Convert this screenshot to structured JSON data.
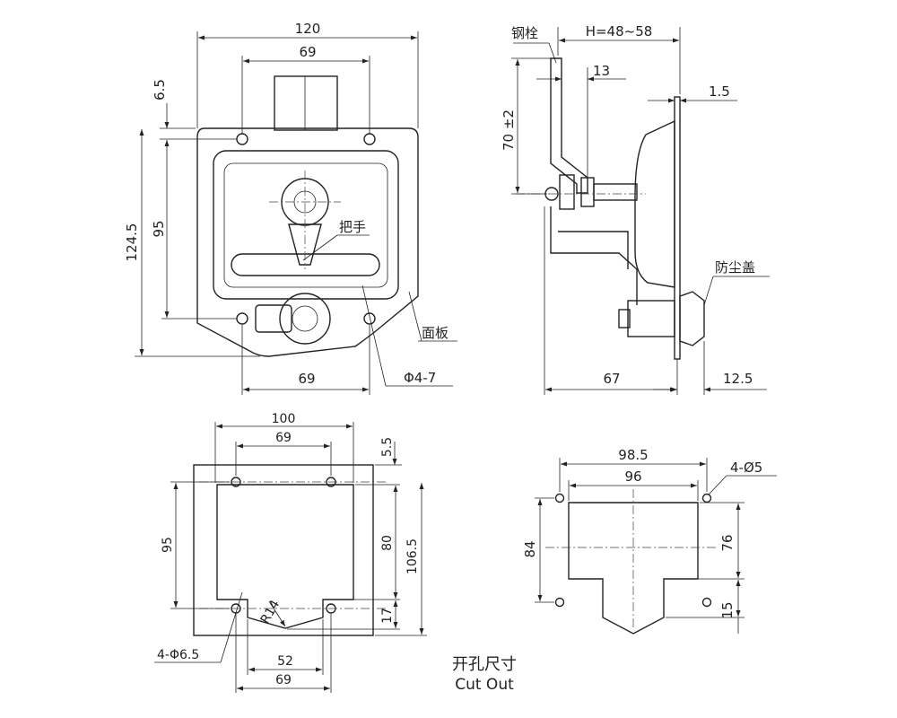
{
  "front_view": {
    "dims": {
      "width_120": "120",
      "holes_top_69": "69",
      "offset_6_5": "6.5",
      "height_124_5": "124.5",
      "holes_95": "95",
      "holes_bottom_69": "69",
      "hole_dia": "Φ4-7"
    },
    "labels": {
      "handle": "把手",
      "panel": "面板"
    }
  },
  "side_view": {
    "dims": {
      "h_range": "H=48~58",
      "w_13": "13",
      "t_1_5": "1.5",
      "h_70": "70 ±2",
      "depth_67": "67",
      "cap_12_5": "12.5"
    },
    "labels": {
      "steel_bolt": "钢栓",
      "dust_cover": "防尘盖"
    }
  },
  "cutout_left": {
    "dims": {
      "w_100": "100",
      "top_69": "69",
      "off_5_5": "5.5",
      "h_95": "95",
      "h_80": "80",
      "h_106_5": "106.5",
      "h_17": "17",
      "r_14": "R14",
      "w_52": "52",
      "bottom_69": "69",
      "holes": "4-Φ6.5"
    }
  },
  "cutout_right": {
    "dims": {
      "w_98_5": "98.5",
      "w_96": "96",
      "holes": "4-Ø5",
      "h_84": "84",
      "h_76": "76",
      "h_15": "15"
    }
  },
  "caption": {
    "title_cn": "开孔尺寸",
    "title_en": "Cut Out"
  }
}
